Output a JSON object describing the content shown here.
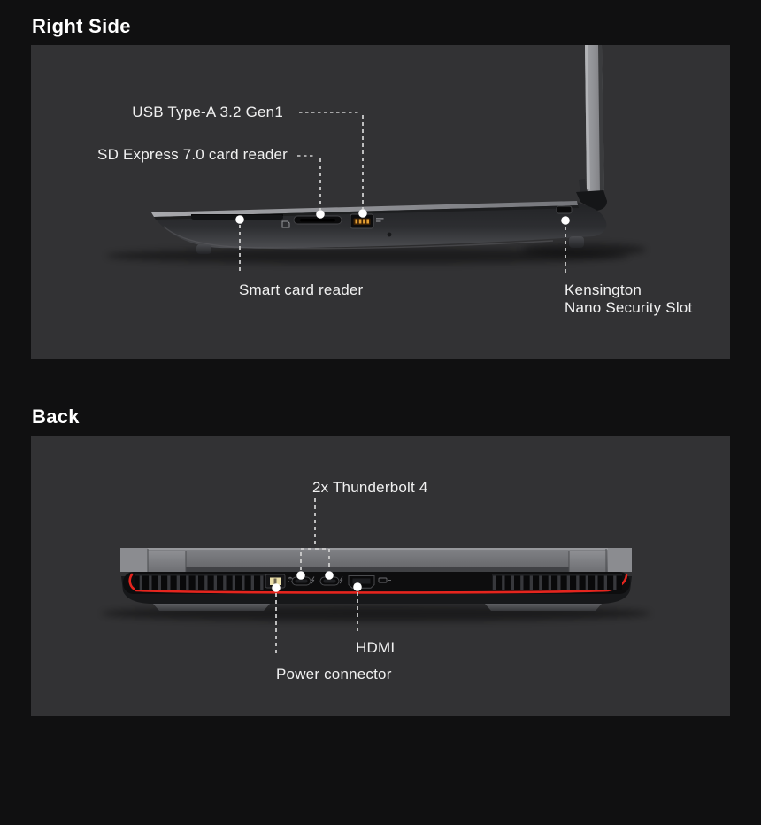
{
  "page": {
    "background": "#101011",
    "panel_background": "#323234",
    "text_color": "#f1f1f1",
    "heading_color": "#ffffff",
    "accent_red": "#e5251e",
    "marker_color": "#ffffff",
    "leader_color": "#cdcdcd"
  },
  "sections": [
    {
      "title": "Right Side",
      "labels": {
        "usb": "USB Type-A 3.2 Gen1",
        "sd": "SD Express 7.0 card reader",
        "smart_card": "Smart card reader",
        "kensington_line1": "Kensington",
        "kensington_line2": "Nano Security Slot"
      }
    },
    {
      "title": "Back",
      "labels": {
        "thunderbolt": "2x Thunderbolt 4",
        "hdmi": "HDMI",
        "power": "Power connector"
      }
    }
  ]
}
